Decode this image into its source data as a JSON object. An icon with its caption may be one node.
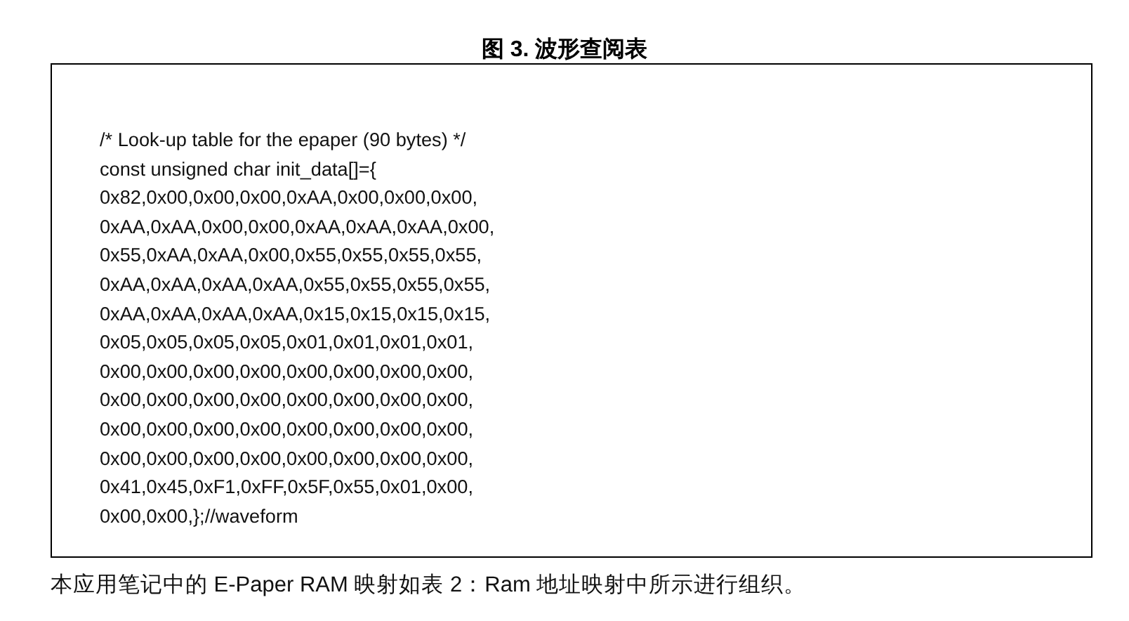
{
  "diagram": {
    "title": "图 3. 波形查阅表",
    "caption": "本应用笔记中的 E-Paper RAM 映射如表 2：Ram 地址映射中所示进行组织。",
    "labels": [
      "/* Look-up table for the epaper (90 bytes) */",
      "const unsigned char init_data[]={",
      "0x82,0x00,0x00,0x00,0xAA,0x00,0x00,0x00,",
      "0xAA,0xAA,0x00,0x00,0xAA,0xAA,0xAA,0x00,",
      "0x55,0xAA,0xAA,0x00,0x55,0x55,0x55,0x55,",
      "0xAA,0xAA,0xAA,0xAA,0x55,0x55,0x55,0x55,",
      "0xAA,0xAA,0xAA,0xAA,0x15,0x15,0x15,0x15,",
      "0x05,0x05,0x05,0x05,0x01,0x01,0x01,0x01,",
      "0x00,0x00,0x00,0x00,0x00,0x00,0x00,0x00,",
      "0x00,0x00,0x00,0x00,0x00,0x00,0x00,0x00,",
      "0x00,0x00,0x00,0x00,0x00,0x00,0x00,0x00,",
      "0x00,0x00,0x00,0x00,0x00,0x00,0x00,0x00,",
      "0x41,0x45,0xF1,0xFF,0x5F,0x55,0x01,0x00,",
      "0x00,0x00,};//waveform"
    ]
  }
}
